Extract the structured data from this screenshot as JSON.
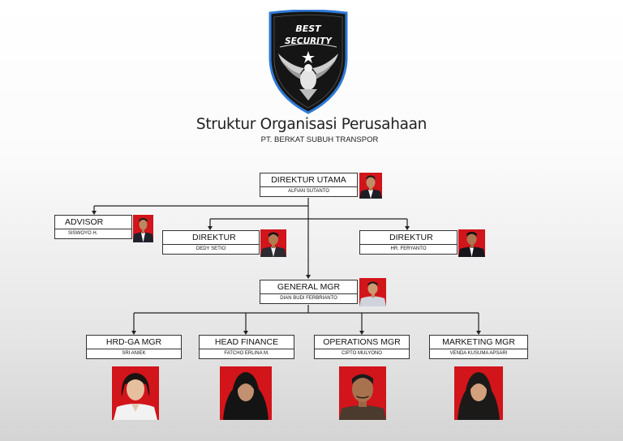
{
  "logo": {
    "line1": "BEST",
    "line2": "SECURITY"
  },
  "title": "Struktur Organisasi Perusahaan",
  "subtitle": "PT. BERKAT SUBUH TRANSPOR",
  "nodes": {
    "direktur_utama": {
      "role": "DIREKTUR UTAMA",
      "name": "ALFIAN SUTANTO"
    },
    "advisor": {
      "role": "ADVISOR",
      "name": "SISWOYO H."
    },
    "direktur_1": {
      "role": "DIREKTUR",
      "name": "DEDY SETIO"
    },
    "direktur_2": {
      "role": "DIREKTUR",
      "name": "HR. FERYANTO"
    },
    "general_mgr": {
      "role": "GENERAL MGR",
      "name": "DIAN BUDI FERBRIANTO"
    },
    "hrd_ga": {
      "role": "HRD-GA MGR",
      "name": "SRI ANIEK"
    },
    "head_finance": {
      "role": "HEAD FINANCE",
      "name": "FATCHO ERLINA M."
    },
    "operations": {
      "role": "OPERATIONS MGR",
      "name": "CIPTO MULYONO"
    },
    "marketing": {
      "role": "MARKETING MGR",
      "name": "VENDA KUSUMA APSARI"
    }
  },
  "colors": {
    "photo_background": "#d2141b",
    "logo_shield": "#151515",
    "logo_border": "#2f7ad6",
    "line": "#222222"
  }
}
